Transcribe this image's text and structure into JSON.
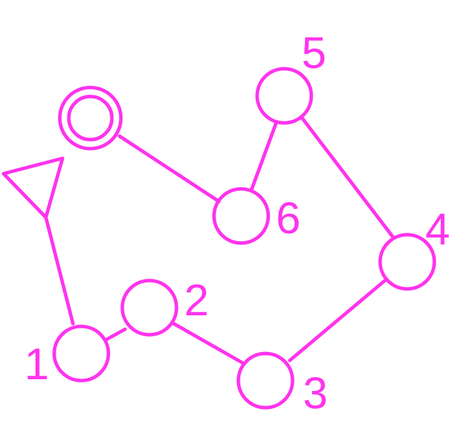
{
  "diagram": {
    "color": "#ff33ee",
    "start_marker": "triangle-start",
    "end_marker": "double-circle-finish",
    "nodes": [
      {
        "id": "1",
        "label": "1"
      },
      {
        "id": "2",
        "label": "2"
      },
      {
        "id": "3",
        "label": "3"
      },
      {
        "id": "4",
        "label": "4"
      },
      {
        "id": "5",
        "label": "5"
      },
      {
        "id": "6",
        "label": "6"
      }
    ],
    "path": [
      "start",
      "1",
      "2",
      "3",
      "4",
      "5",
      "6",
      "end"
    ]
  }
}
